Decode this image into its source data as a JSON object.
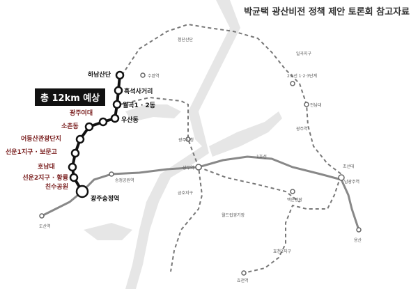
{
  "title": "박균택 광산비전 정책 제안 토론회 참고자료",
  "badge": "총 12km 예상",
  "proposed_line": {
    "stations": [
      {
        "name": "하남산단",
        "color": "black"
      },
      {
        "name": "흑석사거리",
        "color": "black"
      },
      {
        "name": "월곡1 · 2동",
        "color": "black"
      },
      {
        "name": "우산동",
        "color": "black"
      },
      {
        "name": "광주여대",
        "color": "red"
      },
      {
        "name": "소촌동",
        "color": "red"
      },
      {
        "name": "어등산관광단지",
        "color": "red"
      },
      {
        "name": "선운1지구 · 보문고",
        "color": "red"
      },
      {
        "name": "호남대",
        "color": "red"
      },
      {
        "name": "선운2지구 · 황룡친수공원",
        "color": "red"
      },
      {
        "name": "광주송정역",
        "color": "black"
      }
    ]
  },
  "minor_labels": {
    "suwan": "수완역",
    "cheomdan": "첨단산단",
    "ilgok": "일곡지구",
    "line2": "2호선 1·2·3단계",
    "jeonnam": "전남대",
    "gwangju_station": "광주역",
    "cityhall": "광주시청",
    "line1": "1호선",
    "joseondae": "조선대",
    "sangmu": "상무역",
    "namgwangju": "남광주역",
    "geumho": "금호지구",
    "songjeong_park": "송정공원역",
    "worldcup": "월드컵경기장",
    "baekun": "백운광장",
    "yongsan": "용산",
    "dosan": "도산역",
    "hyocheon": "효천2지구",
    "hyocheon_st": "효천역"
  }
}
